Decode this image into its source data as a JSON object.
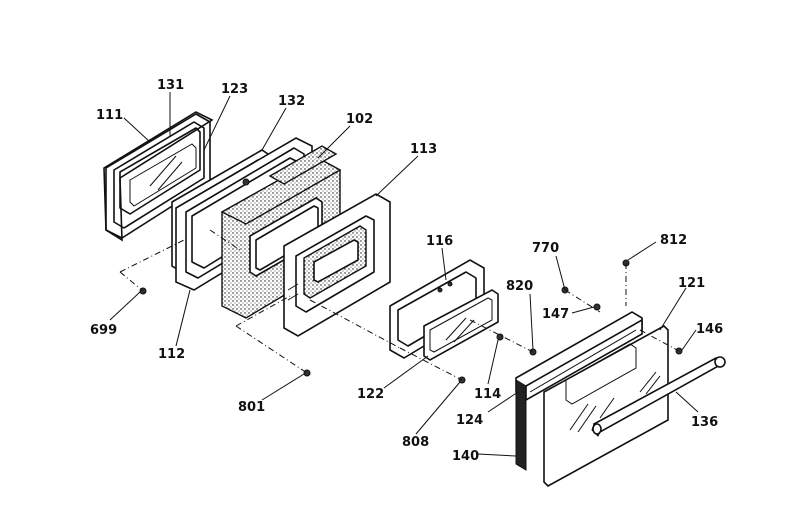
{
  "callouts": {
    "c111": "111",
    "c131": "131",
    "c123": "123",
    "c132": "132",
    "c102": "102",
    "c113": "113",
    "c116": "116",
    "c770": "770",
    "c812": "812",
    "c820": "820",
    "c121": "121",
    "c147": "147",
    "c146": "146",
    "c699": "699",
    "c112": "112",
    "c801": "801",
    "c122": "122",
    "c114": "114",
    "c124": "124",
    "c808": "808",
    "c136": "136",
    "c140": "140"
  }
}
